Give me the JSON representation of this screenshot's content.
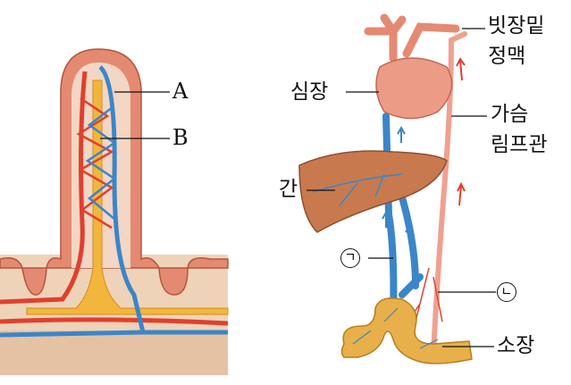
{
  "villus": {
    "label_a": "A",
    "label_b": "B"
  },
  "circulation": {
    "heart": "심장",
    "subclavian_vein_line1": "빗장밑",
    "subclavian_vein_line2": "정맥",
    "thoracic_duct_line1": "가슴",
    "thoracic_duct_line2": "림프관",
    "liver": "간",
    "vessel_a": "ㄱ",
    "vessel_b": "ㄴ",
    "small_intestine": "소장"
  },
  "colors": {
    "artery": "#e0402e",
    "vein": "#3a86c8",
    "lacteal": "#f2b63c",
    "tissue": "#e8917a",
    "liver": "#c87a4e",
    "intestine": "#e8b04a",
    "lymph_duct": "#f0a090"
  }
}
